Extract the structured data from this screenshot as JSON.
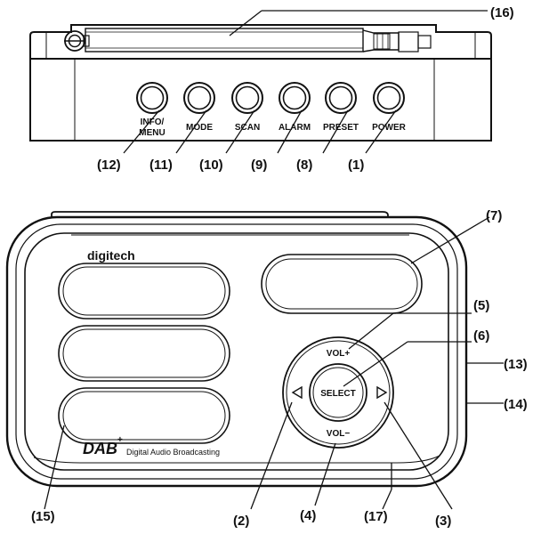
{
  "top_view": {
    "buttons": [
      {
        "label_line1": "INFO/",
        "label_line2": "MENU"
      },
      {
        "label_line1": "MODE",
        "label_line2": ""
      },
      {
        "label_line1": "SCAN",
        "label_line2": ""
      },
      {
        "label_line1": "ALARM",
        "label_line2": ""
      },
      {
        "label_line1": "PRESET",
        "label_line2": ""
      },
      {
        "label_line1": "POWER",
        "label_line2": ""
      }
    ],
    "callouts": [
      "(12)",
      "(11)",
      "(10)",
      "(9)",
      "(8)",
      "(1)"
    ],
    "antenna_callout": "(16)"
  },
  "front_view": {
    "brand": "digitech",
    "dab_logo": "DAB",
    "dab_plus": "+",
    "dab_caption": "Digital Audio Broadcasting",
    "select_label": "SELECT",
    "vol_up_label": "VOL+",
    "vol_down_label": "VOL−",
    "callouts": {
      "display": "(7)",
      "vol_up": "(5)",
      "select": "(6)",
      "side_upper": "(13)",
      "side_lower": "(14)",
      "speaker": "(15)",
      "left_arrow": "(2)",
      "vol_down": "(4)",
      "bottom": "(17)",
      "right_arrow": "(3)"
    }
  },
  "colors": {
    "line": "#111111",
    "background": "#ffffff"
  }
}
